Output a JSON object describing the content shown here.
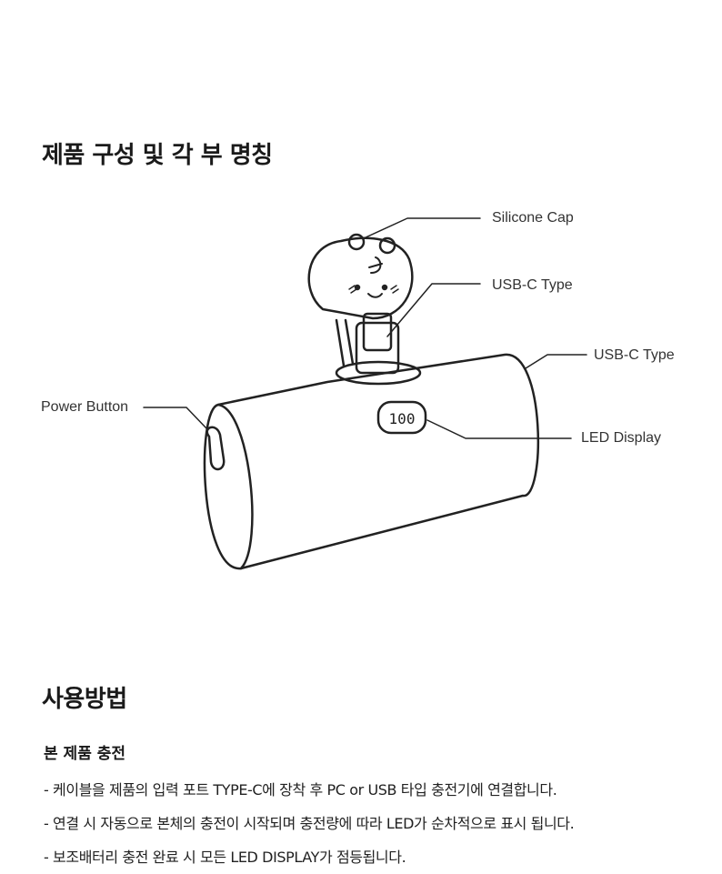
{
  "section1": {
    "title": "제품 구성 및 각 부 명칭"
  },
  "diagram": {
    "labels": {
      "silicone_cap": "Silicone Cap",
      "usbc_connector": "USB-C Type",
      "usbc_port": "USB-C Type",
      "led_display": "LED Display",
      "power_button": "Power Button"
    },
    "led_value": "100"
  },
  "section2": {
    "title": "사용방법",
    "subtitle": "본 제품 충전",
    "instructions": [
      "- 케이블을 제품의 입력 포트 TYPE-C에 장착 후 PC or USB 타입 충전기에 연결합니다.",
      "- 연결 시 자동으로 본체의 충전이 시작되며 충전량에 따라 LED가 순차적으로 표시 됩니다.",
      "- 보조배터리 충전 완료 시 모든 LED DISPLAY가 점등됩니다."
    ]
  }
}
